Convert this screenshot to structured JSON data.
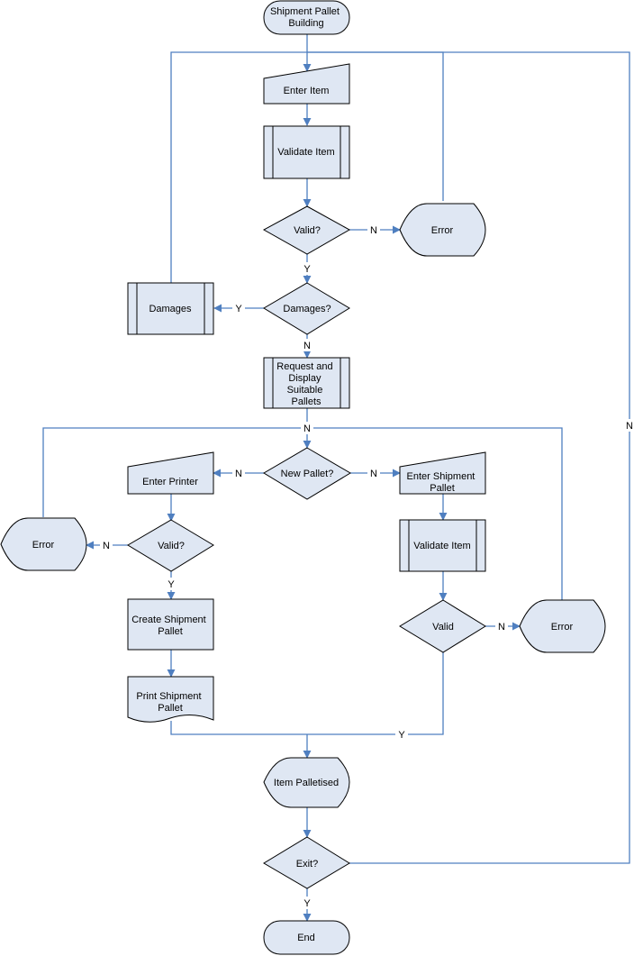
{
  "colors": {
    "shape_fill": "#dfe7f3",
    "shape_stroke": "#000000",
    "connector": "#4f7fc0",
    "background": "#ffffff"
  },
  "nodes": {
    "start": [
      "Shipment Pallet",
      "Building"
    ],
    "enter_item": [
      "Enter Item"
    ],
    "validate_item": [
      "Validate Item"
    ],
    "valid1": [
      "Valid?"
    ],
    "error1": [
      "Error"
    ],
    "damages_decision": [
      "Damages?"
    ],
    "damages": [
      "Damages"
    ],
    "request_pallets": [
      "Request and",
      "Display",
      "Suitable",
      "Pallets"
    ],
    "new_pallet": [
      "New Pallet?"
    ],
    "enter_printer": [
      "Enter Printer"
    ],
    "valid2": [
      "Valid?"
    ],
    "error2": [
      "Error"
    ],
    "create_shipment_pallet": [
      "Create Shipment",
      "Pallet"
    ],
    "print_shipment_pallet": [
      "Print Shipment",
      "Pallet"
    ],
    "enter_shipment_pallet": [
      "Enter Shipment",
      "Pallet"
    ],
    "validate_item2": [
      "Validate Item"
    ],
    "valid3": [
      "Valid"
    ],
    "error3": [
      "Error"
    ],
    "item_palletised": [
      "Item Palletised"
    ],
    "exit": [
      "Exit?"
    ],
    "end": [
      "End"
    ]
  },
  "edge_labels": {
    "valid1_no": "N",
    "valid1_yes": "Y",
    "damages_yes": "Y",
    "damages_no": "N",
    "request_no": "N",
    "new_pallet_left_no": "N",
    "new_pallet_right_no": "N",
    "valid2_no": "N",
    "valid2_yes": "Y",
    "valid3_no": "N",
    "valid3_yes": "Y",
    "exit_no": "N",
    "exit_yes": "Y"
  }
}
